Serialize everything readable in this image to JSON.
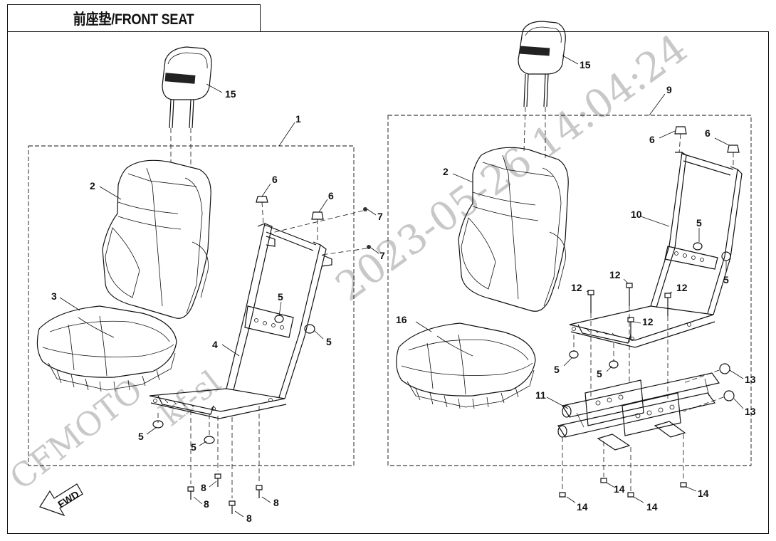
{
  "title": "前座垫/FRONT SEAT",
  "watermark": {
    "brand": "CFMOTO",
    "code": "kf-sl",
    "timestamp": "2023-05-26 14:04:24"
  },
  "fwd_label": "FWD",
  "callouts": {
    "c1": "1",
    "c2": "2",
    "c3": "3",
    "c4": "4",
    "c5a": "5",
    "c5b": "5",
    "c5c": "5",
    "c5d": "5",
    "c6a": "6",
    "c6b": "6",
    "c7a": "7",
    "c7b": "7",
    "c8a": "8",
    "c8b": "8",
    "c8c": "8",
    "c8d": "8",
    "c15a": "15",
    "c2r": "2",
    "c5r1": "5",
    "c5r2": "5",
    "c5r3": "5",
    "c5r4": "5",
    "c6r1": "6",
    "c6r2": "6",
    "c9": "9",
    "c10": "10",
    "c11": "11",
    "c12a": "12",
    "c12b": "12",
    "c12c": "12",
    "c12d": "12",
    "c13a": "13",
    "c13b": "13",
    "c14a": "14",
    "c14b": "14",
    "c14c": "14",
    "c14d": "14",
    "c15b": "15",
    "c16": "16"
  },
  "colors": {
    "line": "#111111",
    "watermark": "#c8c8c8",
    "background": "#ffffff"
  }
}
